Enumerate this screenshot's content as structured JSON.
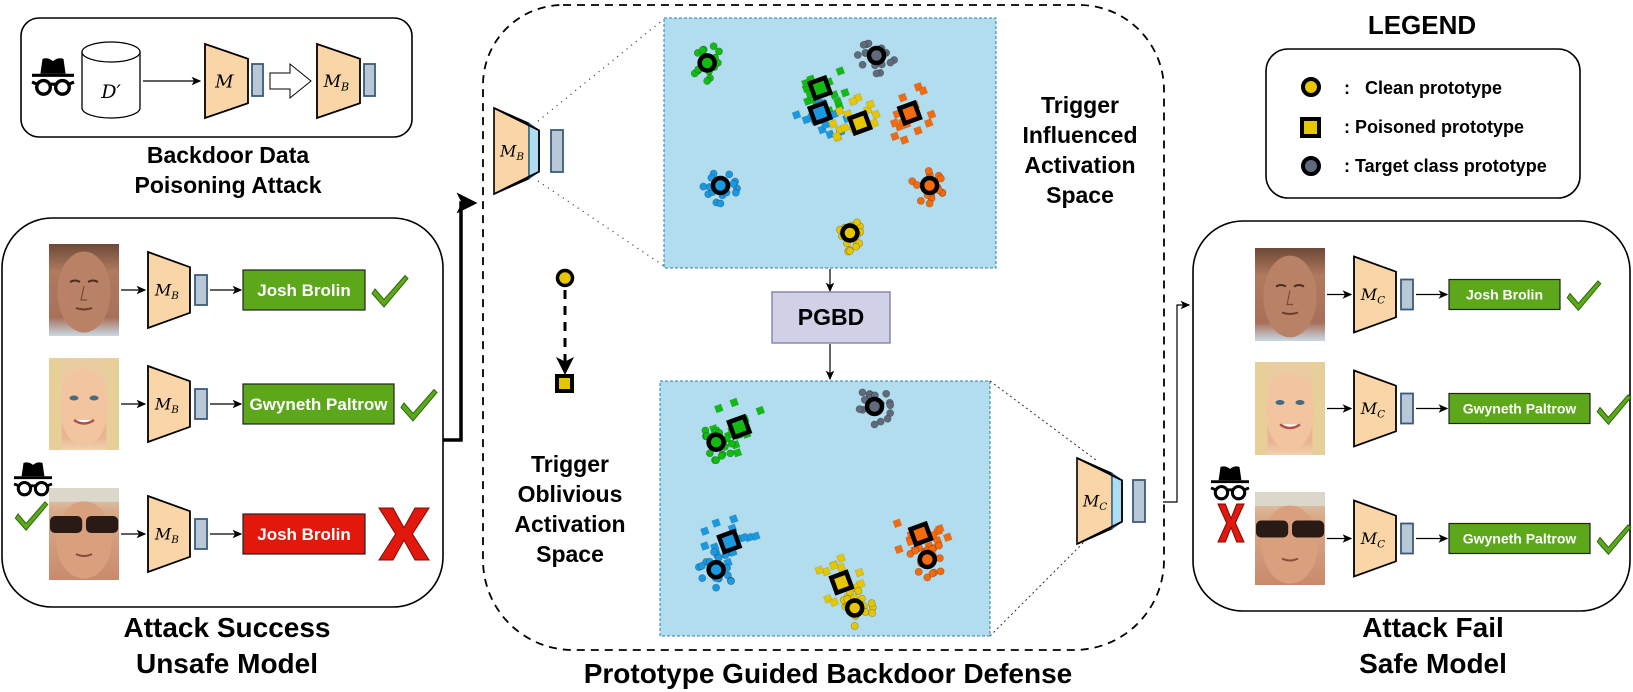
{
  "colors": {
    "model_fill": "#f9d5a7",
    "model_head": "#aedcf0",
    "feature_fill": "#b9c8d6",
    "feature_stroke": "#3c5a78",
    "correct_box": "#5da71a",
    "wrong_box": "#e3180c",
    "check": "#5da71a",
    "cross": "#e3180c",
    "space_bg": "#b1ddef",
    "space_border": "#2d7fa8",
    "pgbd_fill": "#d0d0e6",
    "pgbd_stroke": "#8a86b0",
    "class_green": "#11bb11",
    "class_blue": "#1a98e0",
    "class_yellow": "#e6c600",
    "class_orange": "#f56a0c",
    "class_gray": "#5f6b7a"
  },
  "attack_panel": {
    "dataset_label": "D′",
    "model_label": "M",
    "backdoored_model_label": "M",
    "backdoored_model_sub": "B",
    "caption_line1": "Backdoor Data",
    "caption_line2": "Poisoning Attack",
    "icons": [
      "spy-icon",
      "database-icon",
      "hollow-arrow-icon"
    ]
  },
  "unsafe_panel": {
    "model_label": "M",
    "model_sub": "B",
    "rows": [
      {
        "face": "josh-brolin-face",
        "prediction": "Josh Brolin",
        "correct": true,
        "triggered": false
      },
      {
        "face": "gwyneth-paltrow-face",
        "prediction": "Gwyneth Paltrow",
        "correct": true,
        "triggered": false
      },
      {
        "face": "gwyneth-paltrow-sunglasses-face",
        "prediction": "Josh Brolin",
        "correct": false,
        "triggered": true
      }
    ],
    "caption_line1": "Attack Success",
    "caption_line2": "Unsafe Model"
  },
  "defense_panel": {
    "top_model_label": "M",
    "top_model_sub": "B",
    "bottom_model_label": "M",
    "bottom_model_sub": "C",
    "top_space_label": [
      "Trigger",
      "Influenced",
      "Activation",
      "Space"
    ],
    "bottom_space_label": [
      "Trigger",
      "Oblivious",
      "Activation",
      "Space"
    ],
    "pgbd_label": "PGBD",
    "caption": "Prototype Guided Backdoor Defense"
  },
  "safe_panel": {
    "model_label": "M",
    "model_sub": "C",
    "rows": [
      {
        "face": "josh-brolin-face",
        "prediction": "Josh Brolin",
        "correct": true,
        "triggered": false
      },
      {
        "face": "gwyneth-paltrow-face",
        "prediction": "Gwyneth Paltrow",
        "correct": true,
        "triggered": false
      },
      {
        "face": "gwyneth-paltrow-sunglasses-face",
        "prediction": "Gwyneth Paltrow",
        "correct": true,
        "triggered": true
      }
    ],
    "caption_line1": "Attack Fail",
    "caption_line2": "Safe Model"
  },
  "legend": {
    "title": "LEGEND",
    "items": [
      {
        "marker": "clean-prototype",
        "label": ":   Clean prototype"
      },
      {
        "marker": "poisoned-prototype",
        "label": ": Poisoned prototype"
      },
      {
        "marker": "target-prototype",
        "label": ": Target class prototype"
      }
    ]
  },
  "top_space_clusters": [
    {
      "class": "green",
      "clean": [
        0.13,
        0.18
      ],
      "poisoned": [
        0.47,
        0.28
      ]
    },
    {
      "class": "gray",
      "clean": [
        0.64,
        0.15
      ],
      "poisoned": null
    },
    {
      "class": "blue",
      "clean": [
        0.17,
        0.67
      ],
      "poisoned": [
        0.47,
        0.38
      ]
    },
    {
      "class": "yellow",
      "clean": [
        0.56,
        0.86
      ],
      "poisoned": [
        0.59,
        0.42
      ]
    },
    {
      "class": "orange",
      "clean": [
        0.8,
        0.67
      ],
      "poisoned": [
        0.74,
        0.38
      ]
    }
  ],
  "bottom_space_clusters": [
    {
      "class": "green",
      "clean": [
        0.17,
        0.24
      ],
      "poisoned": [
        0.24,
        0.18
      ]
    },
    {
      "class": "gray",
      "clean": [
        0.65,
        0.1
      ],
      "poisoned": null
    },
    {
      "class": "blue",
      "clean": [
        0.17,
        0.74
      ],
      "poisoned": [
        0.21,
        0.63
      ]
    },
    {
      "class": "yellow",
      "clean": [
        0.59,
        0.89
      ],
      "poisoned": [
        0.55,
        0.79
      ]
    },
    {
      "class": "orange",
      "clean": [
        0.81,
        0.7
      ],
      "poisoned": [
        0.79,
        0.6
      ]
    }
  ]
}
